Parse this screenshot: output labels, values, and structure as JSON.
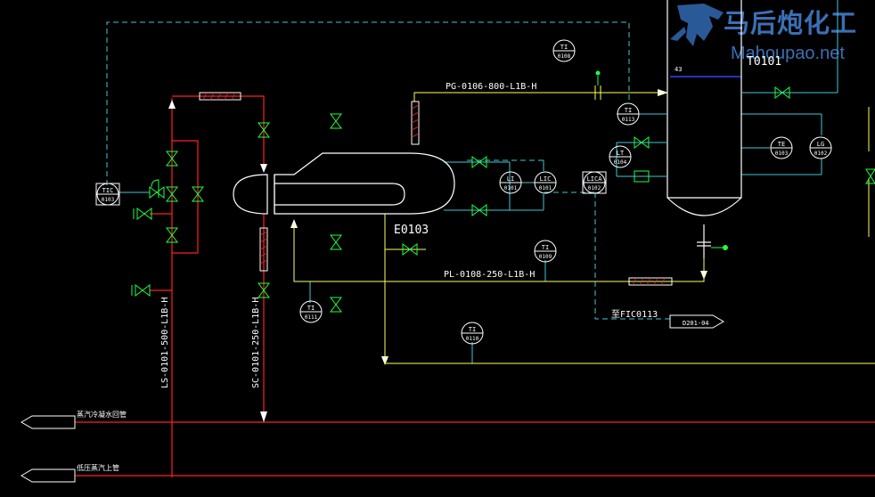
{
  "colors": {
    "background": "#000000",
    "white": "#ffffff",
    "red": "#ff2020",
    "cyan": "#40c8d8",
    "yellow": "#ffff60",
    "green": "#20ff40",
    "blue": "#3040ff"
  },
  "equipment": {
    "exchanger_tag": "E0103",
    "tower_tag": "T0101",
    "tower_small_label": "43"
  },
  "pipes": {
    "pg": "PG-0106-800-L1B-H",
    "pl": "PL-0108-250-L1B-H",
    "ls": "LS-0101-500-L1B-H",
    "sc": "SC-0101-250-L1B-H"
  },
  "instruments": {
    "ti_0108": {
      "type": "TI",
      "num": "0108"
    },
    "ti_0113": {
      "type": "TI",
      "num": "0113"
    },
    "lt_0104": {
      "type": "LT",
      "num": "0104"
    },
    "te_0103": {
      "type": "TE",
      "num": "0103"
    },
    "lg_0102": {
      "type": "LG",
      "num": "0102"
    },
    "li_0101": {
      "type": "LI",
      "num": "0101"
    },
    "lic_0101": {
      "type": "LIC",
      "num": "0101"
    },
    "lica_0102": {
      "type": "LICA",
      "num": "0102"
    },
    "ti_0109": {
      "type": "TI",
      "num": "0109"
    },
    "ti_0111": {
      "type": "TI",
      "num": "0111"
    },
    "ti_0110": {
      "type": "TI",
      "num": "0110"
    },
    "tic_0103": {
      "type": "TIC",
      "num": "0103"
    }
  },
  "connectors": {
    "fic_text": "至FIC0113",
    "fic_ref": "D201-04",
    "cond_return": "蒸汽冷凝水回管",
    "lp_steam": "低压蒸汽上管"
  },
  "watermark": {
    "cn": "马后炮化工",
    "en": "Mahoupao.net"
  }
}
